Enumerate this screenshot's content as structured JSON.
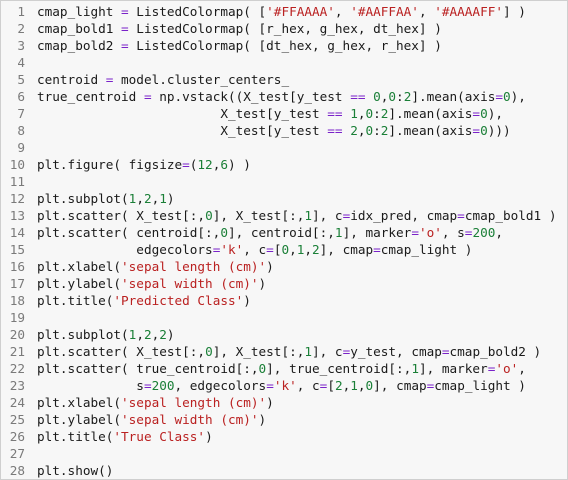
{
  "editor": {
    "lines": [
      [
        {
          "t": "cmap_light "
        },
        {
          "t": "=",
          "c": "op"
        },
        {
          "t": " ListedColormap( ["
        },
        {
          "t": "'#FFAAAA'",
          "c": "str"
        },
        {
          "t": ", "
        },
        {
          "t": "'#AAFFAA'",
          "c": "str"
        },
        {
          "t": ", "
        },
        {
          "t": "'#AAAAFF'",
          "c": "str"
        },
        {
          "t": "] )"
        }
      ],
      [
        {
          "t": "cmap_bold1 "
        },
        {
          "t": "=",
          "c": "op"
        },
        {
          "t": " ListedColormap( [r_hex, g_hex, dt_hex] )"
        }
      ],
      [
        {
          "t": "cmap_bold2 "
        },
        {
          "t": "=",
          "c": "op"
        },
        {
          "t": " ListedColormap( [dt_hex, g_hex, r_hex] )"
        }
      ],
      [],
      [
        {
          "t": "centroid "
        },
        {
          "t": "=",
          "c": "op"
        },
        {
          "t": " model.cluster_centers_"
        }
      ],
      [
        {
          "t": "true_centroid "
        },
        {
          "t": "=",
          "c": "op"
        },
        {
          "t": " np.vstack((X_test[y_test "
        },
        {
          "t": "==",
          "c": "op"
        },
        {
          "t": " "
        },
        {
          "t": "0",
          "c": "num"
        },
        {
          "t": ","
        },
        {
          "t": "0",
          "c": "num"
        },
        {
          "t": ":"
        },
        {
          "t": "2",
          "c": "num"
        },
        {
          "t": "].mean(axis"
        },
        {
          "t": "=",
          "c": "op"
        },
        {
          "t": "0",
          "c": "num"
        },
        {
          "t": "),"
        }
      ],
      [
        {
          "t": "                        X_test[y_test "
        },
        {
          "t": "==",
          "c": "op"
        },
        {
          "t": " "
        },
        {
          "t": "1",
          "c": "num"
        },
        {
          "t": ","
        },
        {
          "t": "0",
          "c": "num"
        },
        {
          "t": ":"
        },
        {
          "t": "2",
          "c": "num"
        },
        {
          "t": "].mean(axis"
        },
        {
          "t": "=",
          "c": "op"
        },
        {
          "t": "0",
          "c": "num"
        },
        {
          "t": "),"
        }
      ],
      [
        {
          "t": "                        X_test[y_test "
        },
        {
          "t": "==",
          "c": "op"
        },
        {
          "t": " "
        },
        {
          "t": "2",
          "c": "num"
        },
        {
          "t": ","
        },
        {
          "t": "0",
          "c": "num"
        },
        {
          "t": ":"
        },
        {
          "t": "2",
          "c": "num"
        },
        {
          "t": "].mean(axis"
        },
        {
          "t": "=",
          "c": "op"
        },
        {
          "t": "0",
          "c": "num"
        },
        {
          "t": ")))"
        }
      ],
      [],
      [
        {
          "t": "plt.figure( figsize"
        },
        {
          "t": "=",
          "c": "op"
        },
        {
          "t": "("
        },
        {
          "t": "12",
          "c": "num"
        },
        {
          "t": ","
        },
        {
          "t": "6",
          "c": "num"
        },
        {
          "t": ") )"
        }
      ],
      [],
      [
        {
          "t": "plt.subplot("
        },
        {
          "t": "1",
          "c": "num"
        },
        {
          "t": ","
        },
        {
          "t": "2",
          "c": "num"
        },
        {
          "t": ","
        },
        {
          "t": "1",
          "c": "num"
        },
        {
          "t": ")"
        }
      ],
      [
        {
          "t": "plt.scatter( X_test[:,"
        },
        {
          "t": "0",
          "c": "num"
        },
        {
          "t": "], X_test[:,"
        },
        {
          "t": "1",
          "c": "num"
        },
        {
          "t": "], c"
        },
        {
          "t": "=",
          "c": "op"
        },
        {
          "t": "idx_pred, cmap"
        },
        {
          "t": "=",
          "c": "op"
        },
        {
          "t": "cmap_bold1 )"
        }
      ],
      [
        {
          "t": "plt.scatter( centroid[:,"
        },
        {
          "t": "0",
          "c": "num"
        },
        {
          "t": "], centroid[:,"
        },
        {
          "t": "1",
          "c": "num"
        },
        {
          "t": "], marker"
        },
        {
          "t": "=",
          "c": "op"
        },
        {
          "t": "'o'",
          "c": "str"
        },
        {
          "t": ", s"
        },
        {
          "t": "=",
          "c": "op"
        },
        {
          "t": "200",
          "c": "num"
        },
        {
          "t": ","
        }
      ],
      [
        {
          "t": "             edgecolors"
        },
        {
          "t": "=",
          "c": "op"
        },
        {
          "t": "'k'",
          "c": "str"
        },
        {
          "t": ", c"
        },
        {
          "t": "=",
          "c": "op"
        },
        {
          "t": "["
        },
        {
          "t": "0",
          "c": "num"
        },
        {
          "t": ","
        },
        {
          "t": "1",
          "c": "num"
        },
        {
          "t": ","
        },
        {
          "t": "2",
          "c": "num"
        },
        {
          "t": "], cmap"
        },
        {
          "t": "=",
          "c": "op"
        },
        {
          "t": "cmap_light )"
        }
      ],
      [
        {
          "t": "plt.xlabel("
        },
        {
          "t": "'sepal length (cm)'",
          "c": "str"
        },
        {
          "t": ")"
        }
      ],
      [
        {
          "t": "plt.ylabel("
        },
        {
          "t": "'sepal width (cm)'",
          "c": "str"
        },
        {
          "t": ")"
        }
      ],
      [
        {
          "t": "plt.title("
        },
        {
          "t": "'Predicted Class'",
          "c": "str"
        },
        {
          "t": ")"
        }
      ],
      [],
      [
        {
          "t": "plt.subplot("
        },
        {
          "t": "1",
          "c": "num"
        },
        {
          "t": ","
        },
        {
          "t": "2",
          "c": "num"
        },
        {
          "t": ","
        },
        {
          "t": "2",
          "c": "num"
        },
        {
          "t": ")"
        }
      ],
      [
        {
          "t": "plt.scatter( X_test[:,"
        },
        {
          "t": "0",
          "c": "num"
        },
        {
          "t": "], X_test[:,"
        },
        {
          "t": "1",
          "c": "num"
        },
        {
          "t": "], c"
        },
        {
          "t": "=",
          "c": "op"
        },
        {
          "t": "y_test, cmap"
        },
        {
          "t": "=",
          "c": "op"
        },
        {
          "t": "cmap_bold2 )"
        }
      ],
      [
        {
          "t": "plt.scatter( true_centroid[:,"
        },
        {
          "t": "0",
          "c": "num"
        },
        {
          "t": "], true_centroid[:,"
        },
        {
          "t": "1",
          "c": "num"
        },
        {
          "t": "], marker"
        },
        {
          "t": "=",
          "c": "op"
        },
        {
          "t": "'o'",
          "c": "str"
        },
        {
          "t": ","
        }
      ],
      [
        {
          "t": "             s"
        },
        {
          "t": "=",
          "c": "op"
        },
        {
          "t": "200",
          "c": "num"
        },
        {
          "t": ", edgecolors"
        },
        {
          "t": "=",
          "c": "op"
        },
        {
          "t": "'k'",
          "c": "str"
        },
        {
          "t": ", c"
        },
        {
          "t": "=",
          "c": "op"
        },
        {
          "t": "["
        },
        {
          "t": "2",
          "c": "num"
        },
        {
          "t": ","
        },
        {
          "t": "1",
          "c": "num"
        },
        {
          "t": ","
        },
        {
          "t": "0",
          "c": "num"
        },
        {
          "t": "], cmap"
        },
        {
          "t": "=",
          "c": "op"
        },
        {
          "t": "cmap_light )"
        }
      ],
      [
        {
          "t": "plt.xlabel("
        },
        {
          "t": "'sepal length (cm)'",
          "c": "str"
        },
        {
          "t": ")"
        }
      ],
      [
        {
          "t": "plt.ylabel("
        },
        {
          "t": "'sepal width (cm)'",
          "c": "str"
        },
        {
          "t": ")"
        }
      ],
      [
        {
          "t": "plt.title("
        },
        {
          "t": "'True Class'",
          "c": "str"
        },
        {
          "t": ")"
        }
      ],
      [],
      [
        {
          "t": "plt.show()"
        }
      ]
    ],
    "colors": {
      "background": "#f7f7f7",
      "line_number": "#7a7a7a",
      "text": "#1a1a1a",
      "string": "#ba2121",
      "number": "#1a7f37",
      "operator": "#7a22c9"
    }
  }
}
